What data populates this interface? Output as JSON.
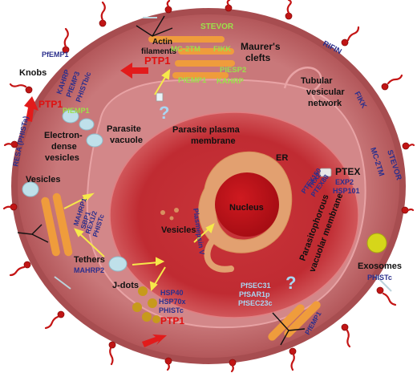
{
  "labels": {
    "actin_filaments_1": "Actin",
    "actin_filaments_2": "filaments",
    "stevor_top": "STEVOR",
    "mc2tm_top": "MC-2TM",
    "fikk_top": "FIKK",
    "maurers_1": "Maurer's",
    "maurers_2": "clefts",
    "ptp1_top": "PTP1",
    "pfemp1_mc": "PfEMP1",
    "piesp2": "PIESP2",
    "kahrp_mc": "KAHRP",
    "pfemp1_topleft": "PfEMP1",
    "knobs": "Knobs",
    "kahrp_left": "KAHRP",
    "pfemp3": "PfEMP3",
    "phist_bc": "PHISTb/c",
    "ptp1_left": "PTP1",
    "pfemp1_left": "PfEMP1",
    "resa": "RESA (PHISTa)",
    "rifin": "RIFIN",
    "tvn_1": "Tubular",
    "tvn_2": "vesicular",
    "tvn_3": "network",
    "fikk_right": "FIKK",
    "parasite_vacuole_1": "Parasite",
    "parasite_vacuole_2": "vacuole",
    "question_top": "?",
    "ppm_1": "Parasite plasma",
    "ppm_2": "membrane",
    "edv_1": "Electron-",
    "edv_2": "dense",
    "edv_3": "vesicles",
    "er": "ER",
    "nucleus": "Nucleus",
    "ptex": "PTEX",
    "ptex150": "PTEX150",
    "trx2": "TRX2",
    "ptex88": "PTEX88",
    "exp2": "EXP2",
    "hsp101": "HSP101",
    "mc2tm_right": "MC-2TM",
    "stevor_right": "STEVOR",
    "plasmepsin": "Plasmepsin V",
    "vesicles_left": "Vesicles",
    "vesicles_inner": "Vesicles",
    "maharp1": "MAHRP1",
    "sbp1": "SBP1",
    "rex12": "REX1/2",
    "phistc_left": "PHISTc",
    "tethers": "Tethers",
    "mahrp2": "MAHRP2",
    "jdots": "J-dots",
    "hsp40": "HSP40",
    "hsp70x": "HSP70x",
    "phistc_jd": "PHISTc",
    "ptp1_bottom": "PTP1",
    "pvm_1": "Parasitophorous",
    "pvm_2": "vacuolar membrane",
    "pfsec31": "PfSEC31",
    "pfsar1p": "PfSAR1p",
    "pfsec23c": "PfSEC23c",
    "question_bottom": "?",
    "pfemp1_bottomright": "PfEMP1",
    "exosomes": "Exosomes",
    "phistc_exo": "PHISTc"
  },
  "colors": {
    "rbc_outer": "#b3575a",
    "rbc_inner": "#c9787a",
    "pv": "#d48a8c",
    "parasite": "#c02b32",
    "nucleus": "#c40f17",
    "er": "#e2a070",
    "organelle": "#e89a40",
    "knob": "#c01515",
    "vesicle": "#b8dbe6",
    "exosome": "#d6d61a",
    "jdot": "#c7981c",
    "arrow_yellow": "#f6e94a",
    "arrow_red": "#e21b1b",
    "label_navy": "#2b2f8c",
    "label_green": "#9be14a",
    "label_red": "#e01010",
    "label_lightblue": "#a9d6f2"
  }
}
